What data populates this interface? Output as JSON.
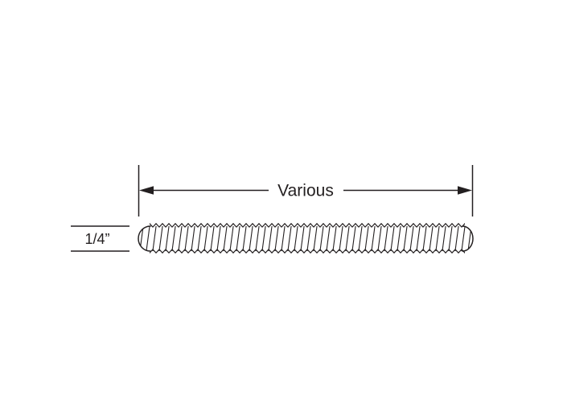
{
  "diagram": {
    "type": "technical-dimension-drawing",
    "subject": "threaded rod",
    "background_color": "#ffffff",
    "line_color": "#231f20",
    "length_dimension": {
      "label": "Various"
    },
    "diameter_dimension": {
      "label": "1/4”"
    }
  }
}
